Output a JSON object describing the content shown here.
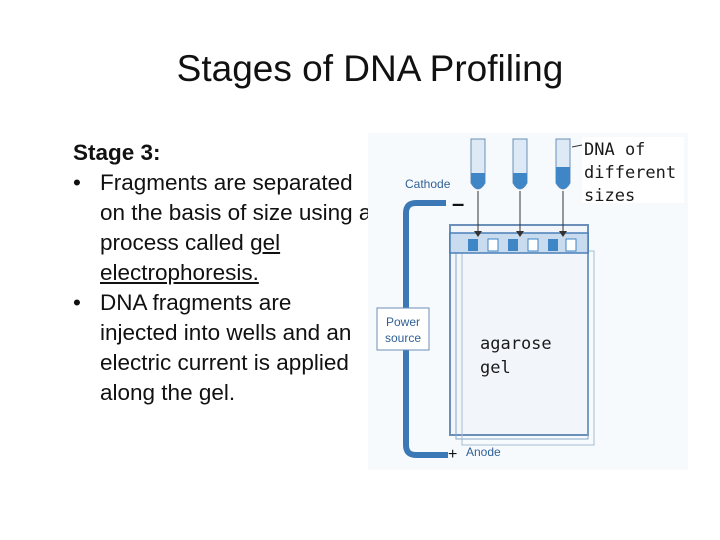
{
  "slide": {
    "title": "Stages of DNA Profiling",
    "stage": "Stage 3:",
    "bullets": [
      {
        "before": "Fragments are separated on the basis of size using a process called ",
        "underlined": "gel electrophoresis.",
        "after": ""
      },
      {
        "before": "DNA fragments are injected into wells and an electric current is applied along the gel.",
        "underlined": "",
        "after": ""
      }
    ]
  },
  "figure": {
    "cathode_label": "Cathode",
    "anode_label": "Anode",
    "power_label_1": "Power",
    "power_label_2": "source",
    "gel_label_1": "agarose",
    "gel_label_2": "gel",
    "dna_label_1": "DNA of",
    "dna_label_2": "different",
    "dna_label_3": "sizes",
    "minus_sign": "–",
    "plus_sign": "+",
    "colors": {
      "apparatus_blue": "#4a7fb8",
      "wire": "#3d78b6",
      "tube": "#dde9f4",
      "dye": "#3e86c6",
      "gel_bg": "#f2f6fb",
      "label_blue": "#2f5f95"
    }
  }
}
